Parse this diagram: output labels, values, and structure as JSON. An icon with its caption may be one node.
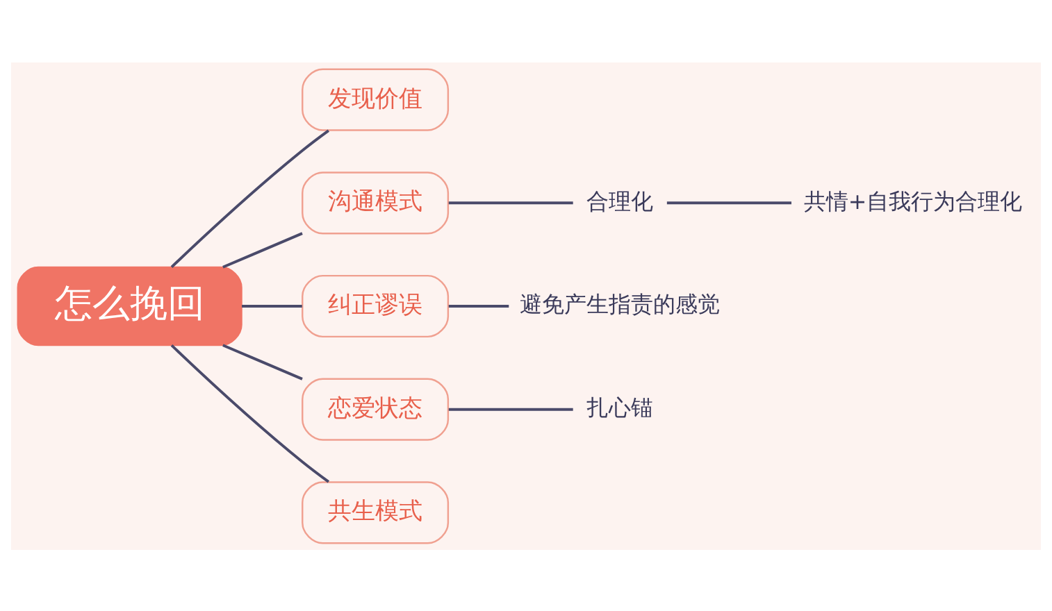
{
  "diagram": {
    "nodes": [
      {
        "text": [
          "怎么挽回"
        ]
      },
      {
        "text": [
          "发现价值"
        ]
      },
      {
        "text": [
          "沟通模式"
        ]
      },
      {
        "text": [
          "纠正谬误"
        ]
      },
      {
        "text": [
          "恋爱状态"
        ]
      },
      {
        "text": [
          "共生模式"
        ]
      },
      {
        "text": [
          "合理化"
        ]
      },
      {
        "text": [
          "共情+自我行为合理化"
        ]
      },
      {
        "text": [
          "避免产生指责的感觉"
        ]
      },
      {
        "text": [
          "扎心锚"
        ]
      }
    ],
    "edges": [
      {
        "from": 0,
        "to": 1,
        "arrow": "none"
      },
      {
        "from": 0,
        "to": 2,
        "arrow": "none"
      },
      {
        "from": 0,
        "to": 3,
        "arrow": "none"
      },
      {
        "from": 0,
        "to": 4,
        "arrow": "none"
      },
      {
        "from": 0,
        "to": 5,
        "arrow": "none"
      },
      {
        "from": 2,
        "to": 6,
        "arrow": "none"
      },
      {
        "from": 6,
        "to": 7,
        "arrow": "none"
      },
      {
        "from": 3,
        "to": 8,
        "arrow": "none"
      },
      {
        "from": 4,
        "to": 9,
        "arrow": "none"
      }
    ]
  }
}
